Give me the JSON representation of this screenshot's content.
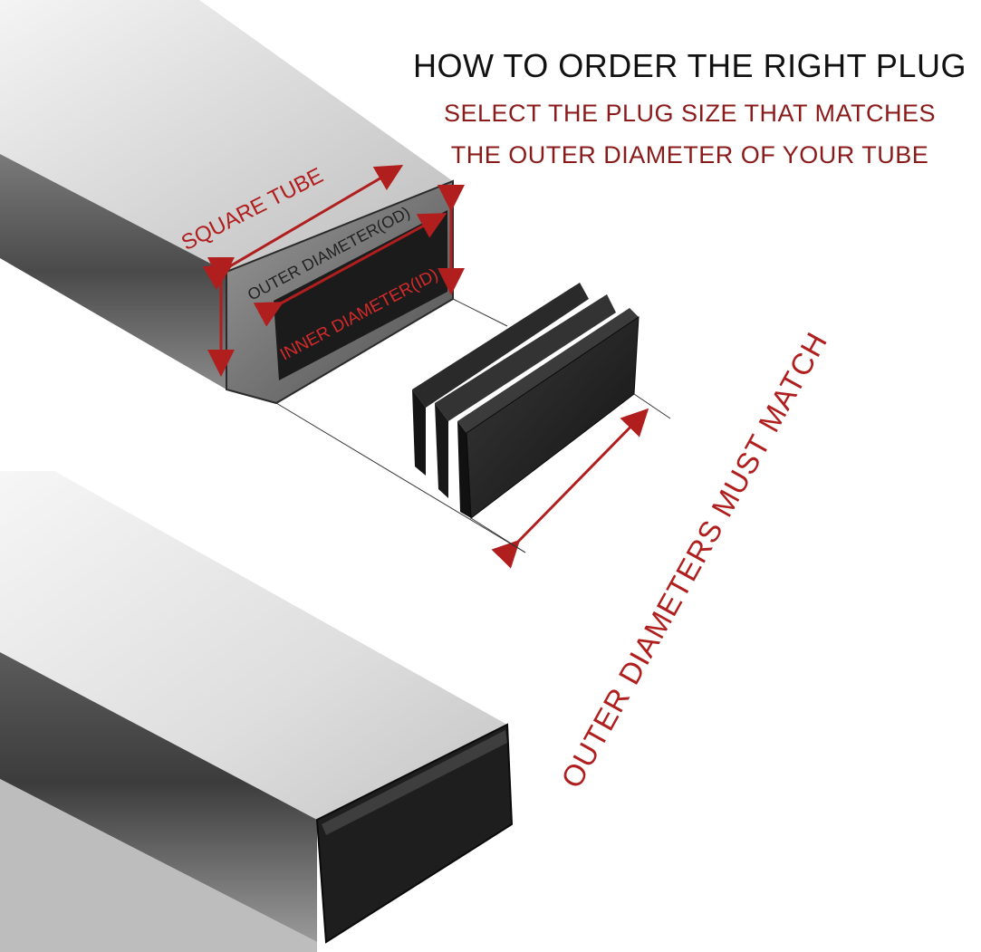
{
  "header": {
    "title": "HOW TO ORDER THE RIGHT PLUG",
    "subtitle_line1": "SELECT THE PLUG SIZE THAT MATCHES",
    "subtitle_line2": "THE OUTER DIAMETER OF YOUR TUBE"
  },
  "labels": {
    "square_tube": "SQUARE TUBE",
    "outer_diameter": "OUTER DIAMETER(OD)",
    "inner_diameter": "INNER DIAMETER(ID)",
    "match_note": "OUTER DIAMETERS MUST MATCH"
  },
  "colors": {
    "accent_red": "#b01e1e",
    "title_dark": "#111111",
    "subtitle_red": "#8b1a1a",
    "steel_light": "#e9e9e9",
    "steel_dark": "#5a5a5a",
    "plug_black": "#1c1c1c"
  }
}
